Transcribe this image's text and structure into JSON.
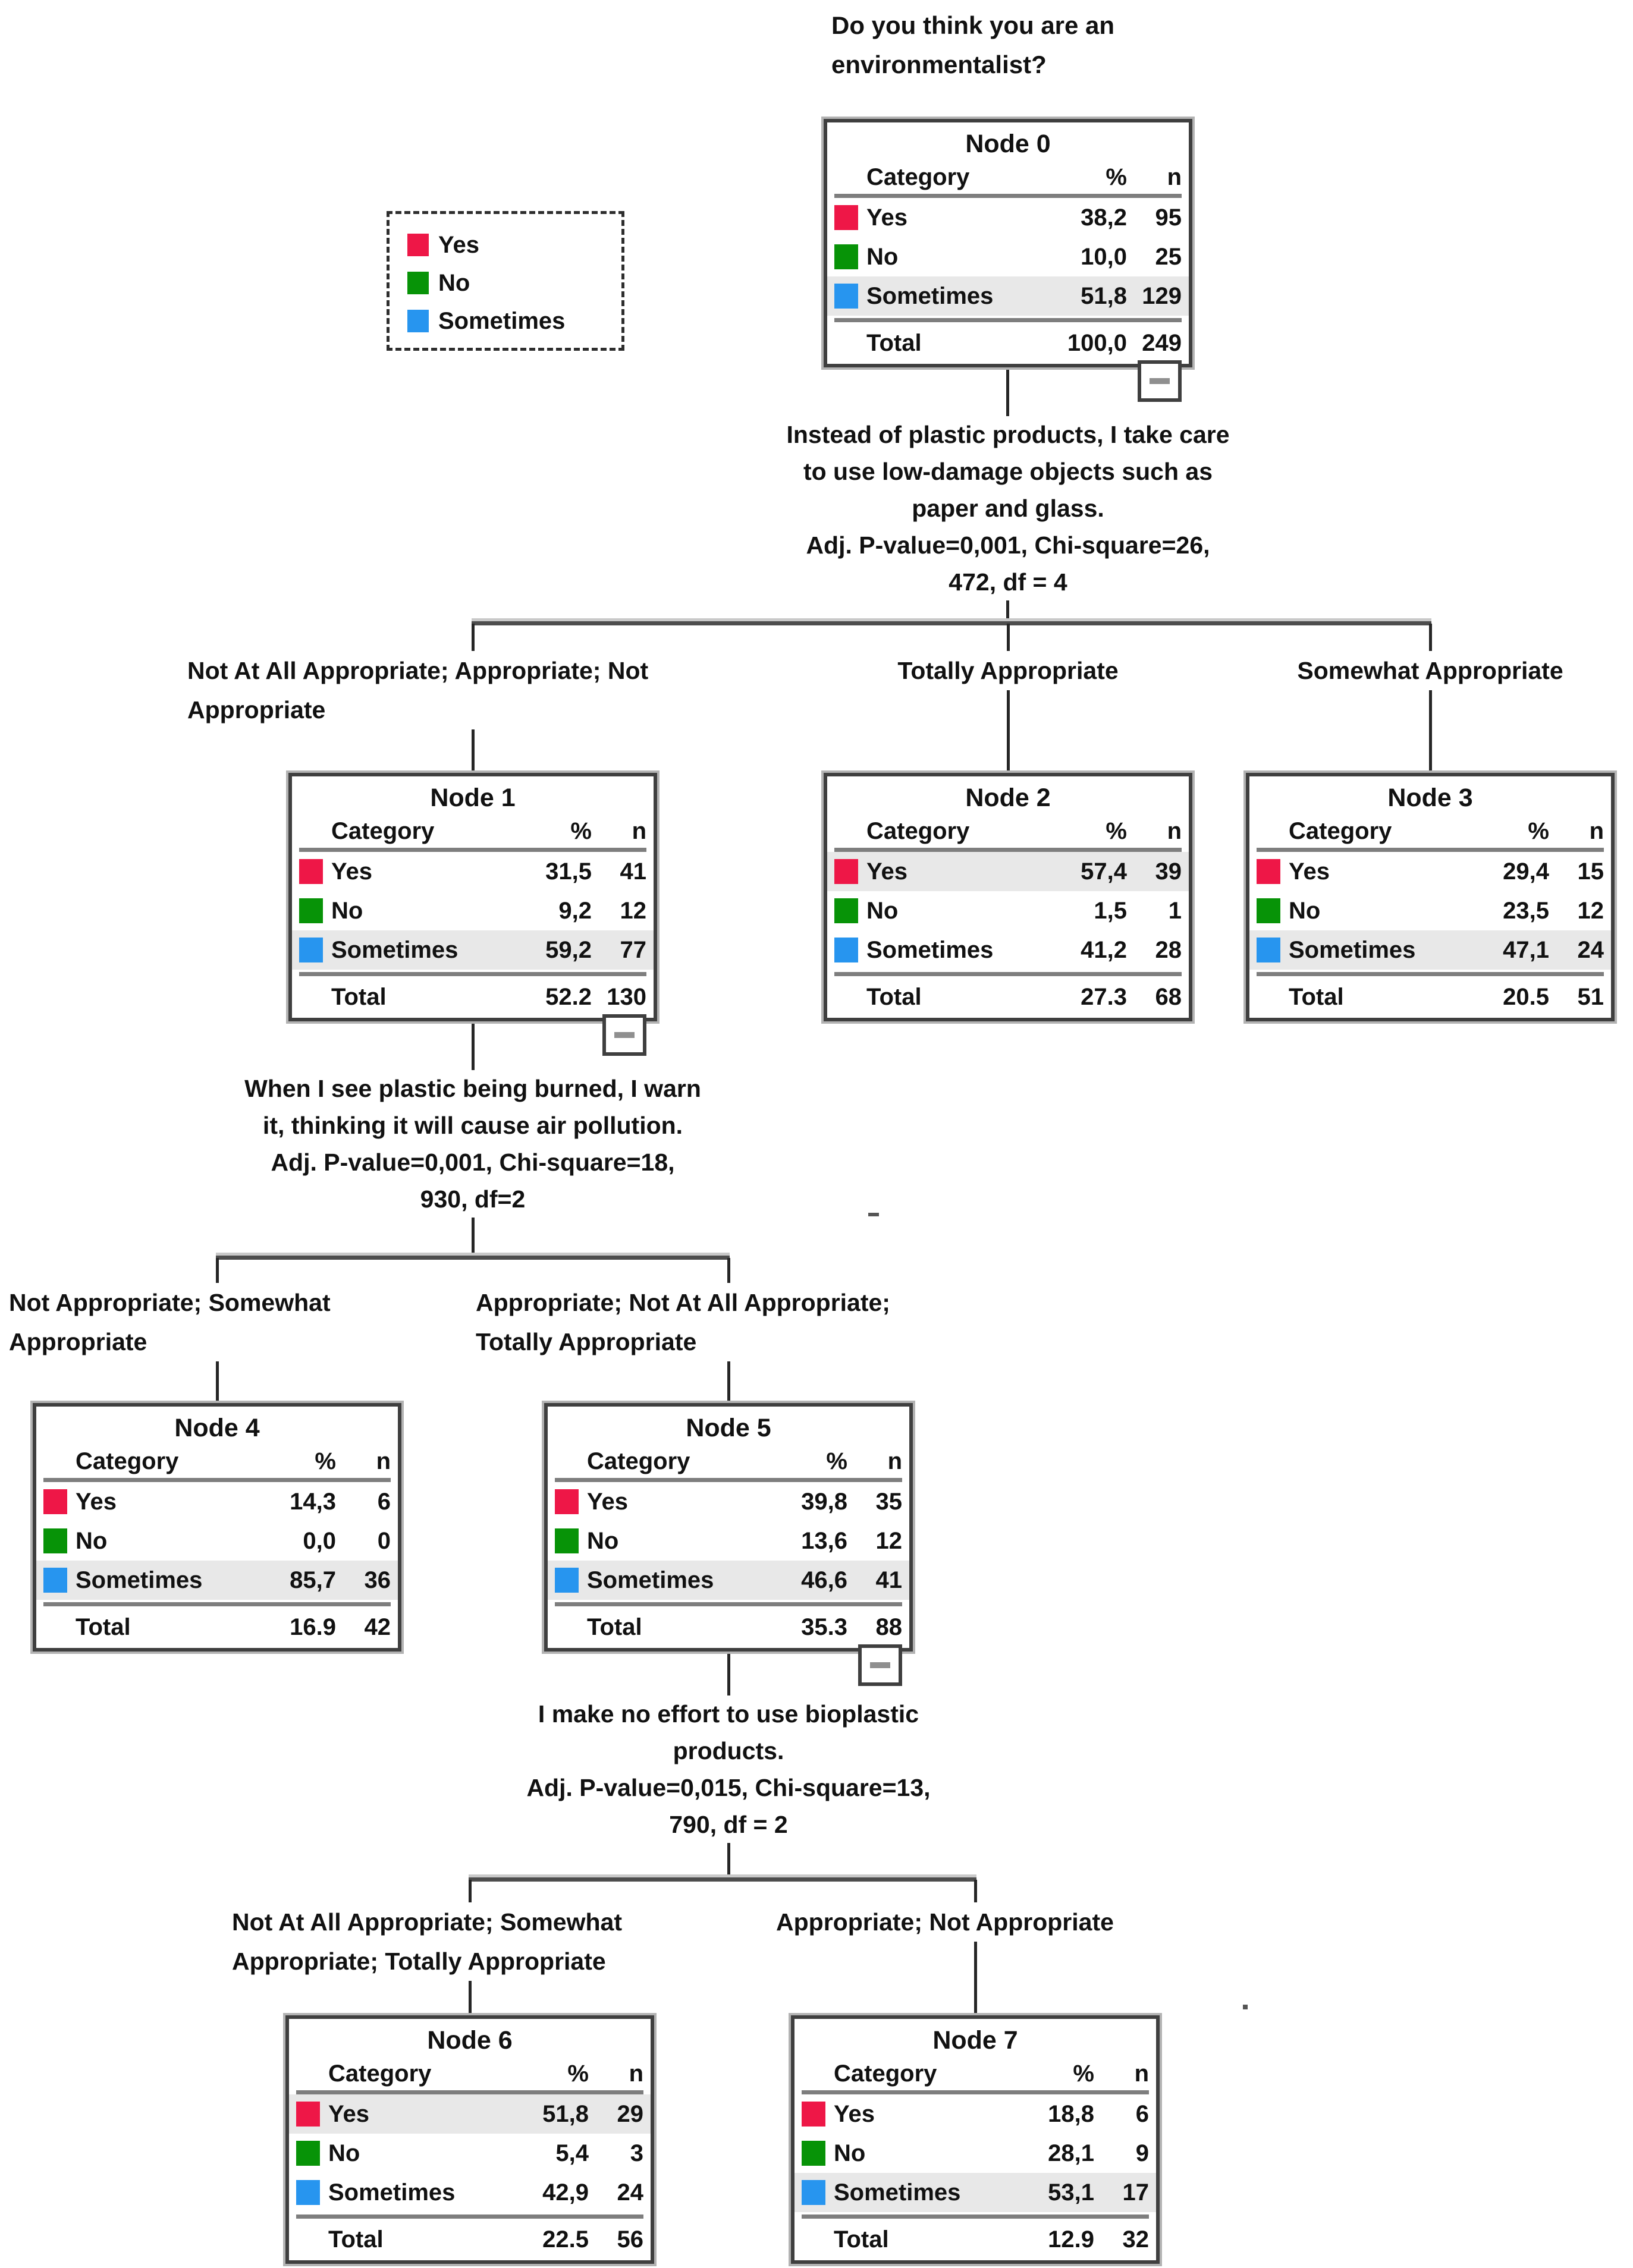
{
  "question": {
    "line1": "Do you think you are an",
    "line2": "environmentalist?"
  },
  "legend": {
    "items": [
      {
        "label": "Yes",
        "color": "#ee1747"
      },
      {
        "label": "No",
        "color": "#079307"
      },
      {
        "label": "Sometimes",
        "color": "#2795ef"
      }
    ]
  },
  "columns": {
    "category": "Category",
    "pct": "%",
    "n": "n",
    "total": "Total"
  },
  "colors": {
    "highlight_row": "#e8e8e8",
    "node_border": "#3f3f3f",
    "rule_gray": "#7e7e7e"
  },
  "chart_data": {
    "type": "table",
    "title": "CHAID decision tree: Do you think you are an environmentalist?",
    "nodes": [
      {
        "title": "Node 0",
        "rows": [
          {
            "cat": "Yes",
            "pct": "38,2",
            "n": "95",
            "highlight": false
          },
          {
            "cat": "No",
            "pct": "10,0",
            "n": "25",
            "highlight": false
          },
          {
            "cat": "Sometimes",
            "pct": "51,8",
            "n": "129",
            "highlight": true
          }
        ],
        "total_pct": "100,0",
        "total_n": "249",
        "collapsible": true
      },
      {
        "title": "Node 1",
        "rows": [
          {
            "cat": "Yes",
            "pct": "31,5",
            "n": "41",
            "highlight": false
          },
          {
            "cat": "No",
            "pct": "9,2",
            "n": "12",
            "highlight": false
          },
          {
            "cat": "Sometimes",
            "pct": "59,2",
            "n": "77",
            "highlight": true
          }
        ],
        "total_pct": "52.2",
        "total_n": "130",
        "collapsible": true
      },
      {
        "title": "Node 2",
        "rows": [
          {
            "cat": "Yes",
            "pct": "57,4",
            "n": "39",
            "highlight": true
          },
          {
            "cat": "No",
            "pct": "1,5",
            "n": "1",
            "highlight": false
          },
          {
            "cat": "Sometimes",
            "pct": "41,2",
            "n": "28",
            "highlight": false
          }
        ],
        "total_pct": "27.3",
        "total_n": "68",
        "collapsible": false
      },
      {
        "title": "Node 3",
        "rows": [
          {
            "cat": "Yes",
            "pct": "29,4",
            "n": "15",
            "highlight": false
          },
          {
            "cat": "No",
            "pct": "23,5",
            "n": "12",
            "highlight": false
          },
          {
            "cat": "Sometimes",
            "pct": "47,1",
            "n": "24",
            "highlight": true
          }
        ],
        "total_pct": "20.5",
        "total_n": "51",
        "collapsible": false
      },
      {
        "title": "Node 4",
        "rows": [
          {
            "cat": "Yes",
            "pct": "14,3",
            "n": "6",
            "highlight": false
          },
          {
            "cat": "No",
            "pct": "0,0",
            "n": "0",
            "highlight": false
          },
          {
            "cat": "Sometimes",
            "pct": "85,7",
            "n": "36",
            "highlight": true
          }
        ],
        "total_pct": "16.9",
        "total_n": "42",
        "collapsible": false
      },
      {
        "title": "Node 5",
        "rows": [
          {
            "cat": "Yes",
            "pct": "39,8",
            "n": "35",
            "highlight": false
          },
          {
            "cat": "No",
            "pct": "13,6",
            "n": "12",
            "highlight": false
          },
          {
            "cat": "Sometimes",
            "pct": "46,6",
            "n": "41",
            "highlight": true
          }
        ],
        "total_pct": "35.3",
        "total_n": "88",
        "collapsible": true
      },
      {
        "title": "Node 6",
        "rows": [
          {
            "cat": "Yes",
            "pct": "51,8",
            "n": "29",
            "highlight": true
          },
          {
            "cat": "No",
            "pct": "5,4",
            "n": "3",
            "highlight": false
          },
          {
            "cat": "Sometimes",
            "pct": "42,9",
            "n": "24",
            "highlight": false
          }
        ],
        "total_pct": "22.5",
        "total_n": "56",
        "collapsible": false
      },
      {
        "title": "Node 7",
        "rows": [
          {
            "cat": "Yes",
            "pct": "18,8",
            "n": "6",
            "highlight": false
          },
          {
            "cat": "No",
            "pct": "28,1",
            "n": "9",
            "highlight": false
          },
          {
            "cat": "Sometimes",
            "pct": "53,1",
            "n": "17",
            "highlight": true
          }
        ],
        "total_pct": "12.9",
        "total_n": "32",
        "collapsible": false
      }
    ],
    "splits": [
      {
        "l1": "Instead of plastic products, I take care",
        "l2": "to use low-damage objects such as",
        "l3": "paper and glass.",
        "l4": "Adj. P-value=0,001, Chi-square=26,",
        "l5": "472, df = 4"
      },
      {
        "l1": "When I see plastic being burned, I warn",
        "l2": "it, thinking it will cause air pollution.",
        "l3": "Adj. P-value=0,001, Chi-square=18,",
        "l4": "930, df=2"
      },
      {
        "l1": "I make no effort to use bioplastic",
        "l2": "products.",
        "l3": "Adj. P-value=0,015, Chi-square=13,",
        "l4": "790, df = 2"
      }
    ],
    "branch_labels": [
      {
        "l1": "Not At All Appropriate; Appropriate; Not",
        "l2": "Appropriate"
      },
      {
        "l1": "Totally Appropriate",
        "l2": ""
      },
      {
        "l1": "Somewhat Appropriate",
        "l2": ""
      },
      {
        "l1": "Not Appropriate; Somewhat",
        "l2": "Appropriate"
      },
      {
        "l1": "Appropriate; Not At All Appropriate;",
        "l2": "Totally Appropriate"
      },
      {
        "l1": "Not At All Appropriate; Somewhat",
        "l2": "Appropriate; Totally Appropriate"
      },
      {
        "l1": "Appropriate; Not Appropriate",
        "l2": ""
      }
    ]
  }
}
